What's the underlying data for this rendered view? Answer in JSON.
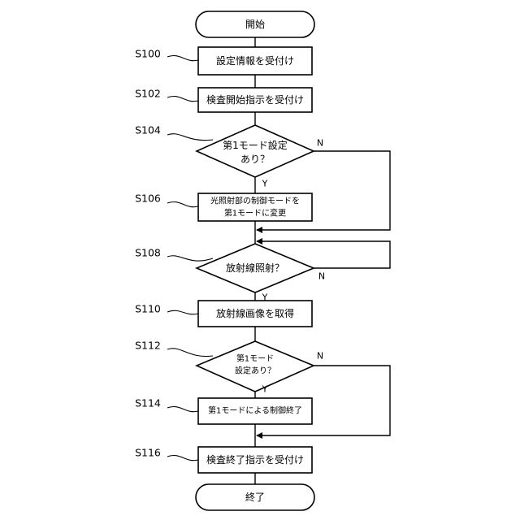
{
  "diagram": {
    "nodes": {
      "start": {
        "text": "開始"
      },
      "s100": {
        "step": "S100",
        "text": "設定情報を受付け"
      },
      "s102": {
        "step": "S102",
        "text": "検査開始指示を受付け"
      },
      "s104": {
        "step": "S104",
        "line1": "第1モード設定",
        "line2": "あり？"
      },
      "s106": {
        "step": "S106",
        "line1": "光照射部の制御モードを",
        "line2": "第1モードに変更"
      },
      "s108": {
        "step": "S108",
        "text": "放射線照射？"
      },
      "s110": {
        "step": "S110",
        "text": "放射線画像を取得"
      },
      "s112": {
        "step": "S112",
        "line1": "第1モード",
        "line2": "設定あり？"
      },
      "s114": {
        "step": "S114",
        "text": "第1モードによる制御終了"
      },
      "s116": {
        "step": "S116",
        "text": "検査終了指示を受付け"
      },
      "end": {
        "text": "終了"
      }
    },
    "branches": {
      "s104_yes": "Y",
      "s104_no": "N",
      "s108_yes": "Y",
      "s108_no": "N",
      "s112_yes": "Y",
      "s112_no": "N"
    }
  }
}
